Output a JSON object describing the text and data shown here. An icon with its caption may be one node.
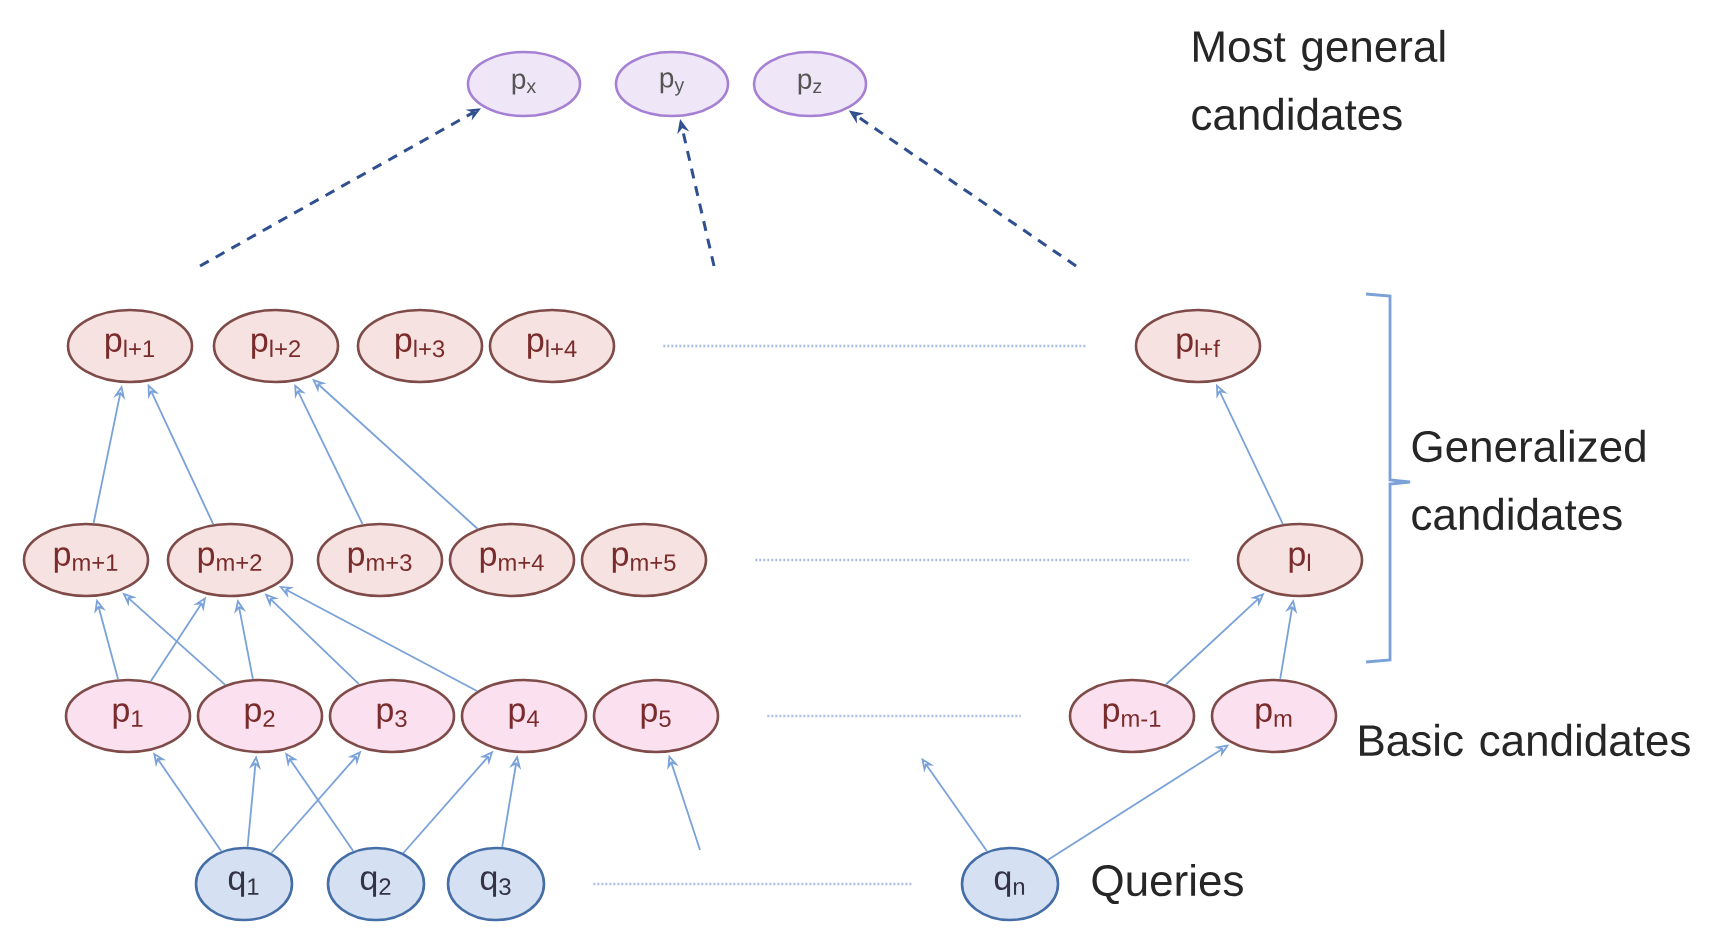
{
  "diagram": {
    "nodes": [
      {
        "text": [
          "p$_{x}$"
        ]
      },
      {
        "text": [
          "p$_{y}$"
        ]
      },
      {
        "text": [
          "p$_{z}$"
        ]
      },
      {
        "text": [
          "p$_{l+1}$"
        ]
      },
      {
        "text": [
          "p$_{l+2}$"
        ]
      },
      {
        "text": [
          "p$_{l+3}$"
        ]
      },
      {
        "text": [
          "p$_{l+4}$"
        ]
      },
      {
        "text": [
          "p$_{l+f}$"
        ]
      },
      {
        "text": [
          "p$_{m+1}$"
        ]
      },
      {
        "text": [
          "p$_{m+2}$"
        ]
      },
      {
        "text": [
          "p$_{m+3}$"
        ]
      },
      {
        "text": [
          "p$_{m+4}$"
        ]
      },
      {
        "text": [
          "p$_{m+5}$"
        ]
      },
      {
        "text": [
          "p$_{l}$"
        ]
      },
      {
        "text": [
          "p$_{1}$"
        ]
      },
      {
        "text": [
          "p$_{2}$"
        ]
      },
      {
        "text": [
          "p$_{3}$"
        ]
      },
      {
        "text": [
          "p$_{4}$"
        ]
      },
      {
        "text": [
          "p$_{5}$"
        ]
      },
      {
        "text": [
          "p$_{m-1}$"
        ]
      },
      {
        "text": [
          "p$_{m}$"
        ]
      },
      {
        "text": [
          "q$_{1}$"
        ]
      },
      {
        "text": [
          "q$_{2}$"
        ]
      },
      {
        "text": [
          "q$_{3}$"
        ]
      },
      {
        "text": [
          "q$_{n}$"
        ]
      }
    ],
    "edges": [
      {
        "from": 21,
        "to": 14,
        "arrow": "to"
      },
      {
        "from": 21,
        "to": 15,
        "arrow": "to"
      },
      {
        "from": 21,
        "to": 16,
        "arrow": "to"
      },
      {
        "from": 22,
        "to": 15,
        "arrow": "to"
      },
      {
        "from": 22,
        "to": 17,
        "arrow": "to"
      },
      {
        "from": 23,
        "to": 17,
        "arrow": "to"
      },
      {
        "from": null,
        "to": 18,
        "arrow": "to"
      },
      {
        "from": 24,
        "to": null,
        "arrow": "to"
      },
      {
        "from": 24,
        "to": 20,
        "arrow": "to"
      },
      {
        "from": 14,
        "to": 8,
        "arrow": "to"
      },
      {
        "from": 14,
        "to": 9,
        "arrow": "to"
      },
      {
        "from": 15,
        "to": 8,
        "arrow": "to"
      },
      {
        "from": 15,
        "to": 9,
        "arrow": "to"
      },
      {
        "from": 16,
        "to": 9,
        "arrow": "to"
      },
      {
        "from": 17,
        "to": 9,
        "arrow": "to"
      },
      {
        "from": 19,
        "to": 13,
        "arrow": "to"
      },
      {
        "from": 20,
        "to": 13,
        "arrow": "to"
      },
      {
        "from": 8,
        "to": 3,
        "arrow": "to"
      },
      {
        "from": 9,
        "to": 3,
        "arrow": "to"
      },
      {
        "from": 10,
        "to": 4,
        "arrow": "to"
      },
      {
        "from": 11,
        "to": 4,
        "arrow": "to"
      },
      {
        "from": 13,
        "to": 7,
        "arrow": "to"
      },
      {
        "from": null,
        "to": 0,
        "arrow": "to",
        "style": "dashed",
        "color": "#2f4f8f"
      },
      {
        "from": null,
        "to": 1,
        "arrow": "to",
        "style": "dashed",
        "color": "#2f4f8f"
      },
      {
        "from": null,
        "to": 2,
        "arrow": "to",
        "style": "dashed",
        "color": "#2f4f8f"
      },
      {
        "from": 6,
        "to": 7,
        "arrow": "none",
        "style": "dashed"
      },
      {
        "from": 12,
        "to": 13,
        "arrow": "none",
        "style": "dashed"
      },
      {
        "from": 18,
        "to": 19,
        "arrow": "none",
        "style": "dashed"
      },
      {
        "from": 23,
        "to": 24,
        "arrow": "none",
        "style": "dashed"
      }
    ],
    "labels": [
      "Most general candidates",
      "Generalized candidates",
      "Basic candidates",
      "Queries"
    ]
  }
}
